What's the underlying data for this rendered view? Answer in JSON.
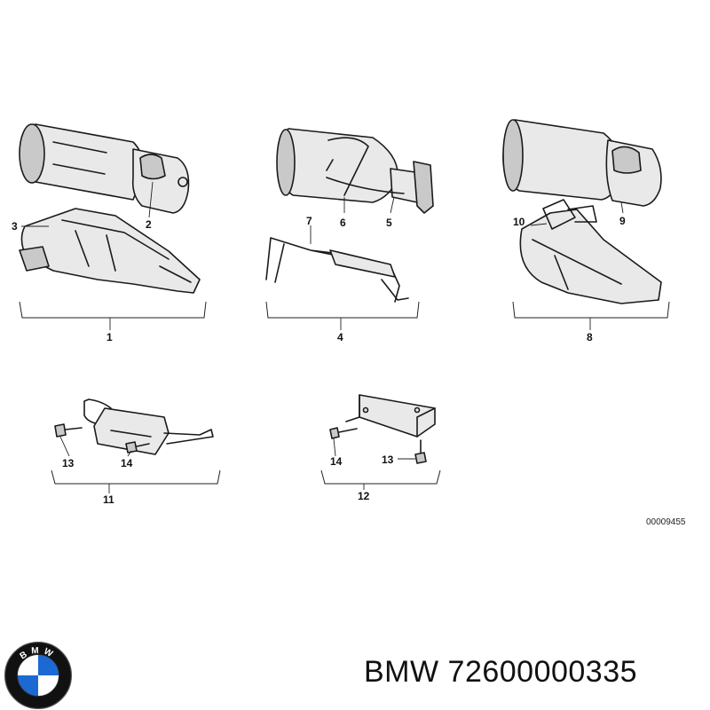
{
  "diagram": {
    "callouts": {
      "c1": "1",
      "c2": "2",
      "c3": "3",
      "c4": "4",
      "c5": "5",
      "c6": "6",
      "c7": "7",
      "c8": "8",
      "c9": "9",
      "c10": "10",
      "c11": "11",
      "c12": "12",
      "c13a": "13",
      "c14a": "14",
      "c13b": "13",
      "c14b": "14"
    },
    "reference_number": "00009455"
  },
  "footer": {
    "part_title": "BMW 72600000335"
  },
  "logo": {
    "brand_letters": "BMW",
    "colors": {
      "blue": "#1c69d4",
      "black": "#111111",
      "white": "#ffffff"
    }
  }
}
